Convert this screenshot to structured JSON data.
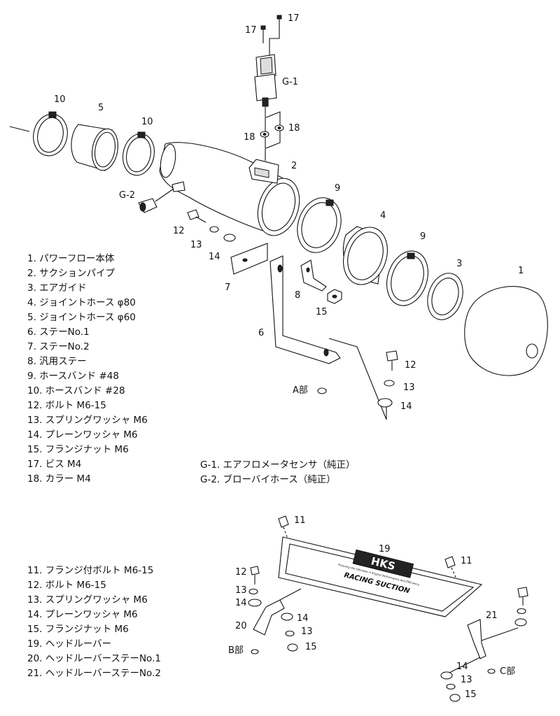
{
  "callouts": {
    "c17a": "17",
    "c17b": "17",
    "g1": "G-1",
    "c18a": "18",
    "c18b": "18",
    "c10a": "10",
    "c5": "5",
    "c10b": "10",
    "c2": "2",
    "g2": "G-2",
    "c9a": "9",
    "c4": "4",
    "c9b": "9",
    "c3": "3",
    "c1": "1",
    "c12a": "12",
    "c13a": "13",
    "c14a": "14",
    "c7": "7",
    "c8": "8",
    "c15a": "15",
    "c6": "6",
    "c12b": "12",
    "c13b": "13",
    "c14b": "14",
    "part_a": "A部",
    "c11a": "11",
    "c11b": "11",
    "c19": "19",
    "c12c": "12",
    "c13c": "13",
    "c14c": "14",
    "c20": "20",
    "c14d": "14",
    "c13d": "13",
    "c15b": "15",
    "part_b": "B部",
    "c21": "21",
    "c14e": "14",
    "c13e": "13",
    "c15c": "15",
    "part_c": "C部"
  },
  "logo": {
    "brand": "HKS",
    "tagline": "Pursuing the Ultimate in Engine Performance and Efficiency.",
    "product": "RACING SUCTION"
  },
  "parts_list": [
    "1. パワーフロー本体",
    "2. サクションパイプ",
    "3. エアガイド",
    "4. ジョイントホース φ80",
    "5. ジョイントホース φ60",
    "6. ステーNo.1",
    "7. ステーNo.2",
    "8. 汎用ステー",
    "9. ホースバンド #48",
    "10. ホースバンド #28",
    "12. ボルト M6-15",
    "13. スプリングワッシャ M6",
    "14. プレーンワッシャ M6",
    "15. フランジナット M6",
    "17. ビス M4",
    "18. カラー M4"
  ],
  "genuine_parts": [
    "G-1. エアフロメータセンサ（純正）",
    "G-2. ブローバイホース（純正）"
  ],
  "parts_list_2": [
    "11. フランジ付ボルト M6-15",
    "12. ボルト M6-15",
    "13. スプリングワッシャ M6",
    "14. プレーンワッシャ M6",
    "15. フランジナット M6",
    "19. ヘッドルーバー",
    "20. ヘッドルーバーステーNo.1",
    "21. ヘッドルーバーステーNo.2"
  ]
}
